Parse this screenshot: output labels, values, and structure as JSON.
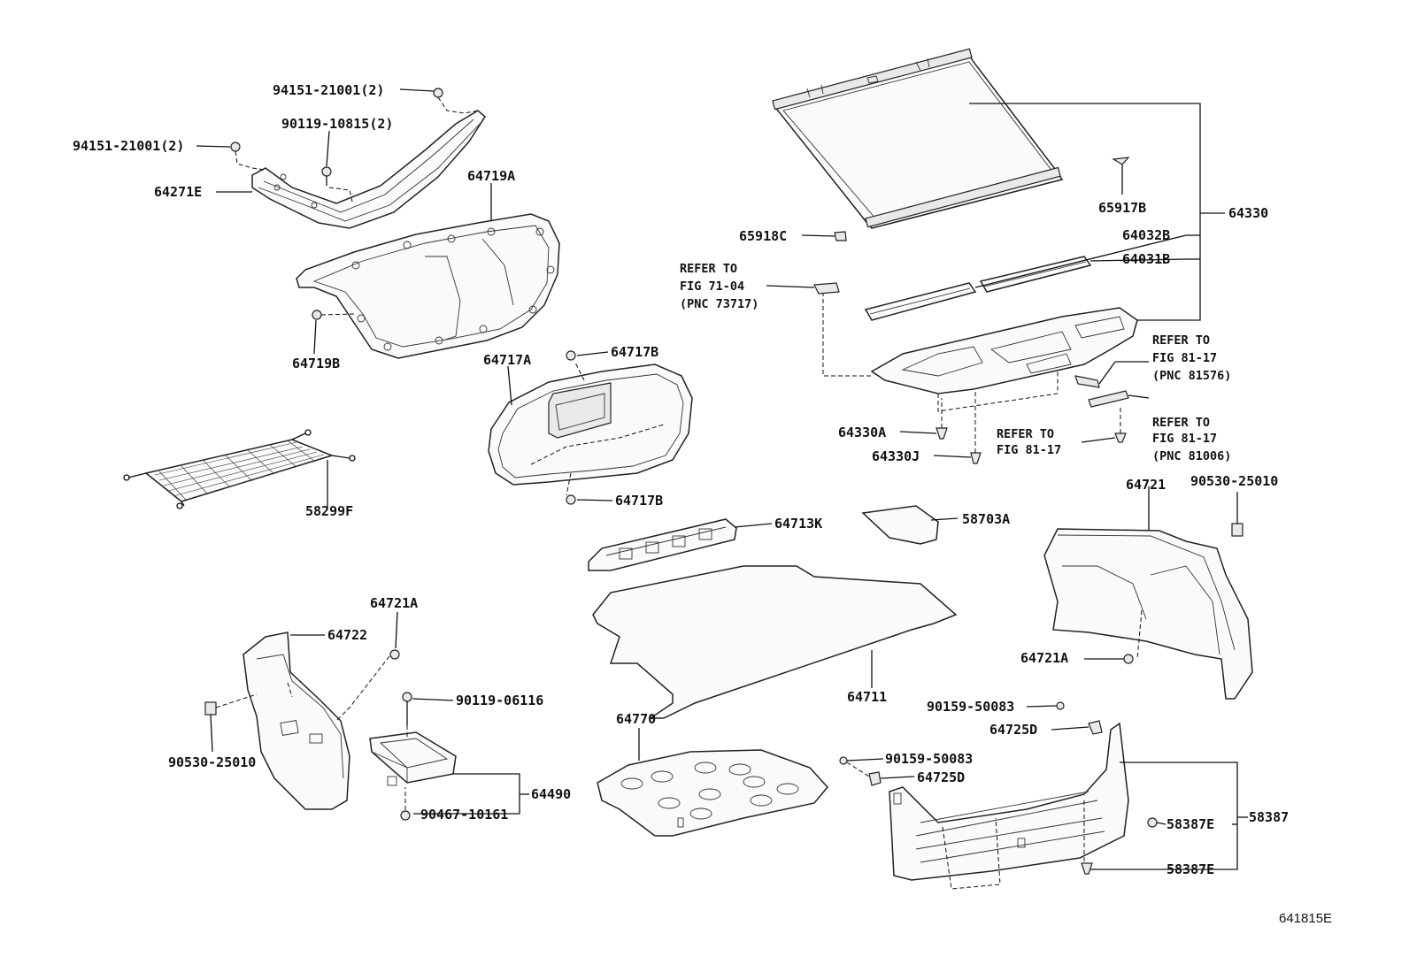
{
  "figure_code": "641815E",
  "labels": {
    "p94151_top": "94151-21001(2)",
    "p90119_10815": "90119-10815(2)",
    "p94151_left": "94151-21001(2)",
    "p64271E": "64271E",
    "p64719A": "64719A",
    "p64719B": "64719B",
    "p64717A": "64717A",
    "p64717B_top": "64717B",
    "p64717B_bot": "64717B",
    "p58299F": "58299F",
    "p64713K": "64713K",
    "p58703A": "58703A",
    "p64711": "64711",
    "p64721A_left": "64721A",
    "p64722": "64722",
    "p90530_left": "90530-25010",
    "p90119_06116": "90119-06116",
    "p64490": "64490",
    "p90467_10161": "90467-10161",
    "p64770": "64770",
    "p64330": "64330",
    "p65917B": "65917B",
    "p65918C": "65918C",
    "p64032B": "64032B",
    "p64031B": "64031B",
    "p64330A": "64330A",
    "p64330J": "64330J",
    "p64721": "64721",
    "p90530_right": "90530-25010",
    "p64721A_right": "64721A",
    "p90159_top": "90159-50083",
    "p64725D_top": "64725D",
    "p90159_bot": "90159-50083",
    "p64725D_bot": "64725D",
    "p58387E_top": "58387E",
    "p58387E_bot": "58387E",
    "p58387": "58387"
  },
  "refs": {
    "fig7104": [
      "REFER TO",
      "FIG 71-04",
      "(PNC 73717)"
    ],
    "fig8117_a": [
      "REFER TO",
      "FIG 81-17",
      "(PNC 81576)"
    ],
    "fig8117_b": [
      "REFER TO",
      "FIG 81-17"
    ],
    "fig8117_c": [
      "REFER TO",
      "FIG 81-17",
      "(PNC 81006)"
    ]
  }
}
